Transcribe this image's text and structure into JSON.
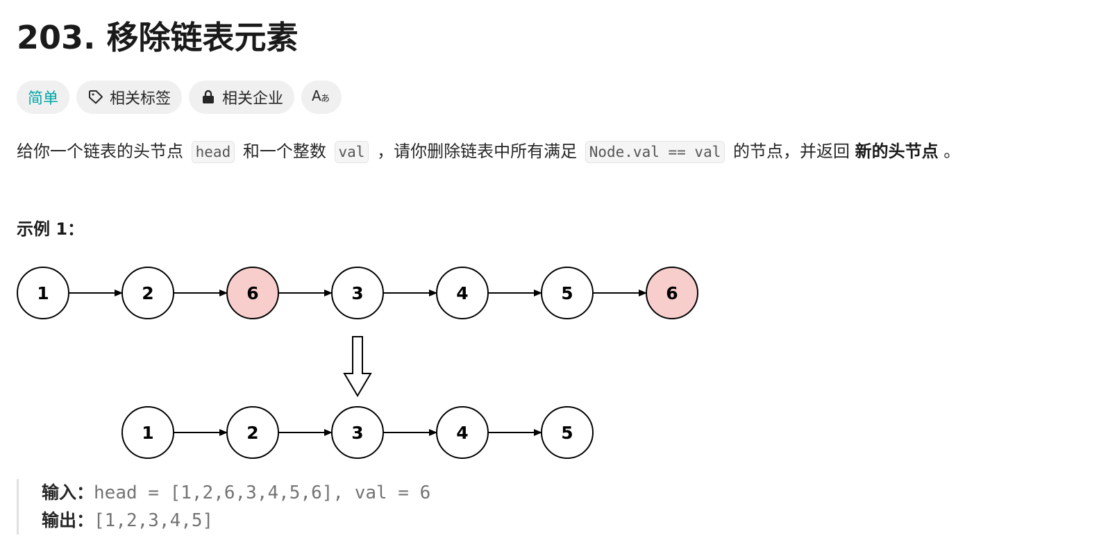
{
  "problem": {
    "title": "203. 移除链表元素"
  },
  "tags": {
    "difficulty": "简单",
    "topics": "相关标签",
    "companies": "相关企业",
    "translate": "Aあ"
  },
  "description": {
    "p1": "给你一个链表的头节点",
    "code1": "head",
    "p2": "和一个整数",
    "code2": "val",
    "p3": "，请你删除链表中所有满足",
    "code3": "Node.val == val",
    "p4": "的节点，并返回",
    "bold": "新的头节点",
    "p5": "。"
  },
  "example": {
    "title": "示例 1：",
    "input_label": "输入：",
    "input_value": "head = [1,2,6,3,4,5,6], val = 6",
    "output_label": "输出：",
    "output_value": "[1,2,3,4,5]"
  },
  "diagram": {
    "before": [
      "1",
      "2",
      "6",
      "3",
      "4",
      "5",
      "6"
    ],
    "before_highlight": [
      false,
      false,
      true,
      false,
      false,
      false,
      true
    ],
    "after": [
      "1",
      "2",
      "3",
      "4",
      "5"
    ],
    "highlight_color": "#f8cecc",
    "node_color": "#ffffff"
  },
  "colors": {
    "difficulty_easy": "#00a6a6",
    "tag_bg": "#f0f0f0"
  }
}
